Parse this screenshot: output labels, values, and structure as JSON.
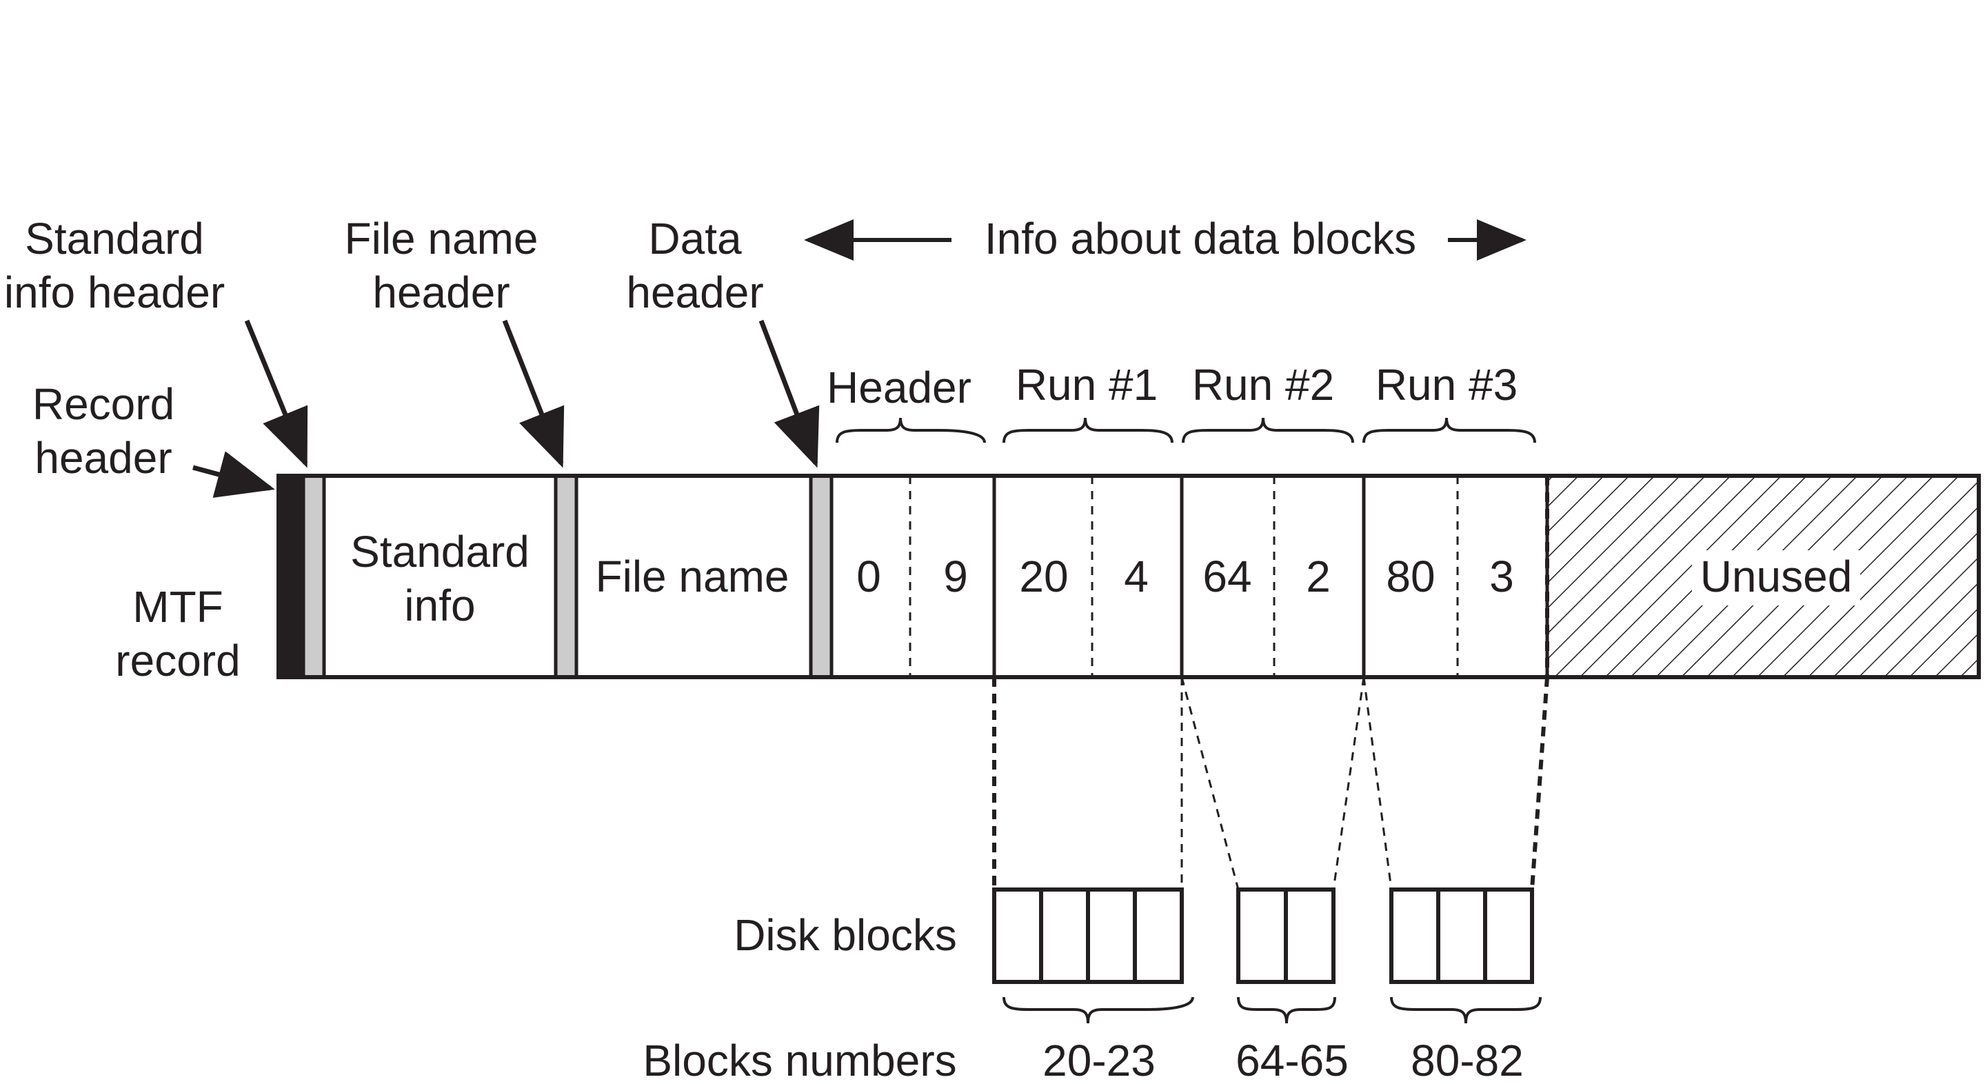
{
  "labels": {
    "standard_info_header": [
      "Standard",
      "info header"
    ],
    "file_name_header": [
      "File name",
      "header"
    ],
    "data_header": [
      "Data",
      "header"
    ],
    "record_header": [
      "Record",
      "header"
    ],
    "mtf_record": [
      "MTF",
      "record"
    ],
    "info_about_data_blocks": "Info about data blocks",
    "header_group": "Header",
    "run1": "Run #1",
    "run2": "Run #2",
    "run3": "Run #3",
    "disk_blocks": "Disk blocks",
    "blocks_numbers": "Blocks numbers"
  },
  "record": {
    "standard_info": [
      "Standard",
      "info"
    ],
    "file_name": "File name",
    "header_values": [
      "0",
      "9"
    ],
    "run1_values": [
      "20",
      "4"
    ],
    "run2_values": [
      "64",
      "2"
    ],
    "run3_values": [
      "80",
      "3"
    ],
    "unused": "Unused"
  },
  "disk_runs": [
    {
      "range": "20-23",
      "block_count": 4
    },
    {
      "range": "64-65",
      "block_count": 2
    },
    {
      "range": "80-82",
      "block_count": 3
    }
  ],
  "colors": {
    "ink": "#231f20",
    "record_header_fill": "#231f20",
    "attribute_header_fill": "#cccccc",
    "background": "#ffffff"
  }
}
